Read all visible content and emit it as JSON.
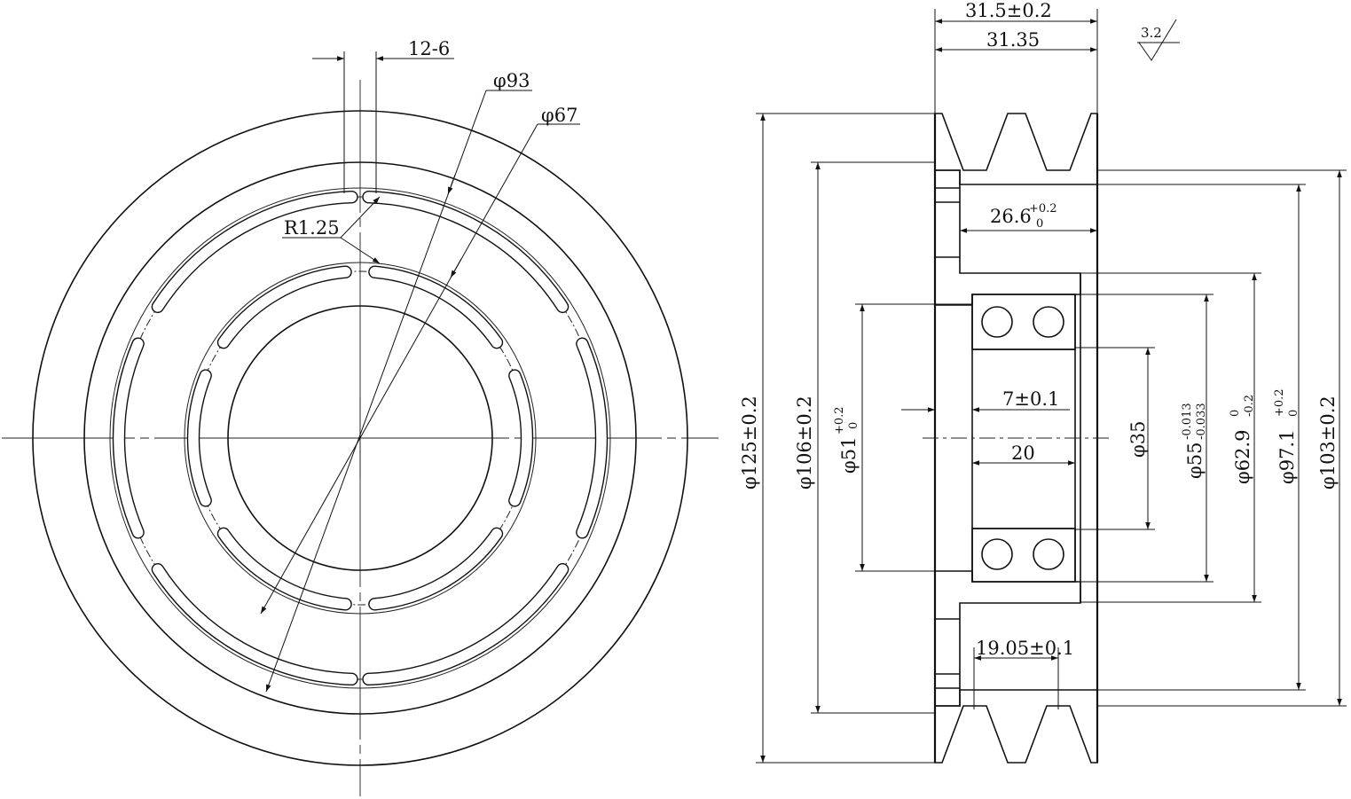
{
  "front_view": {
    "slot_width": "12-6",
    "dia_outer_slots": "φ93",
    "dia_inner_slots": "φ67",
    "slot_radius": "R1.25"
  },
  "section_view": {
    "width_total": "31.5±0.2",
    "width_inner": "31.35",
    "roughness": "3.2",
    "groove_width_main": "26.6",
    "groove_width_tol_upper": "+0.2",
    "groove_width_tol_lower": "0",
    "bearing_gap": "7±0.1",
    "bearing_width": "20",
    "groove_spacing": "19.05±0.1",
    "dia_125": "φ125±0.2",
    "dia_106": "φ106±0.2",
    "dia_51_main": "φ51",
    "dia_51_tol_upper": "+0.2",
    "dia_51_tol_lower": "0",
    "dia_35": "φ35",
    "dia_55_main": "φ55",
    "dia_55_tol_upper": "-0.013",
    "dia_55_tol_lower": "-0.033",
    "dia_629_main": "φ62.9",
    "dia_629_tol_upper": "0",
    "dia_629_tol_lower": "-0.2",
    "dia_971_main": "φ97.1",
    "dia_971_tol_upper": "+0.2",
    "dia_971_tol_lower": "0",
    "dia_103": "φ103±0.2"
  }
}
